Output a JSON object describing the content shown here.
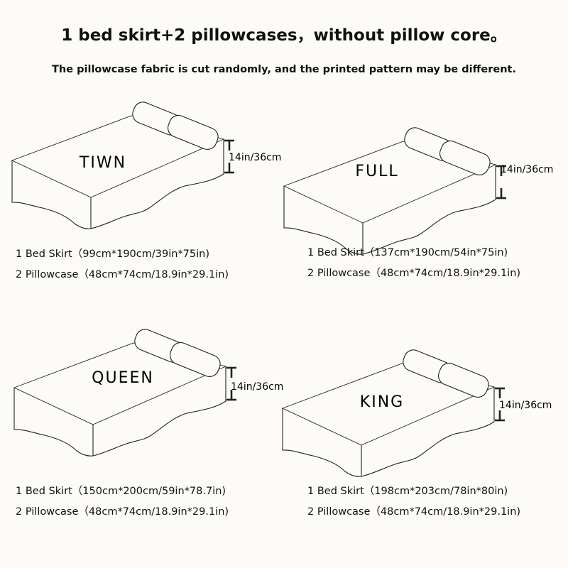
{
  "header": {
    "title": "1 bed skirt+2 pillowcases，without pillow core。",
    "subtitle": "The pillowcase fabric is cut randomly, and the printed pattern may be different."
  },
  "panels": [
    {
      "size": "TIWN",
      "height": "14in/36cm",
      "bed_skirt": "1 Bed Skirt（99cm*190cm/39in*75in)",
      "pillowcase": "2 Pillowcase（48cm*74cm/18.9in*29.1in)"
    },
    {
      "size": "FULL",
      "height": "14in/36cm",
      "bed_skirt": "1 Bed Skirt（137cm*190cm/54in*75in)",
      "pillowcase": "2 Pillowcase（48cm*74cm/18.9in*29.1in)"
    },
    {
      "size": "QUEEN",
      "height": "14in/36cm",
      "bed_skirt": "1 Bed Skirt（150cm*200cm/59in*78.7in)",
      "pillowcase": "2 Pillowcase（48cm*74cm/18.9in*29.1in)"
    },
    {
      "size": "KING",
      "height": "14in/36cm",
      "bed_skirt": "1 Bed Skirt（198cm*203cm/78in*80in)",
      "pillowcase": "2 Pillowcase（48cm*74cm/18.9in*29.1in)"
    }
  ]
}
